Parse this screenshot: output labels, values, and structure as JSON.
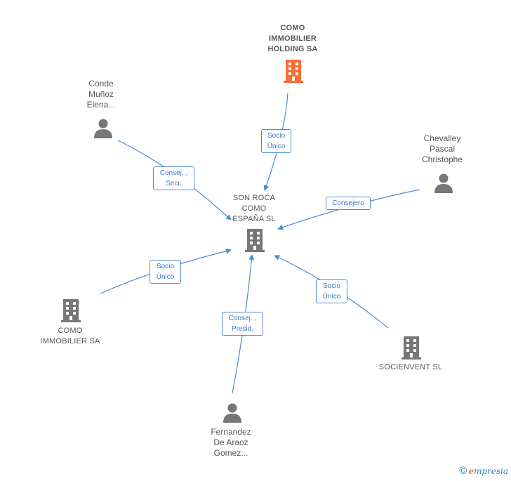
{
  "colors": {
    "edge": "#4a8ad8",
    "focus_company": "#ff6b35",
    "icon_gray": "#777777"
  },
  "nodes": {
    "center": {
      "label": "SON ROCA\nCOMO\nESPAÑA  SL",
      "icon": "building-icon"
    },
    "como_holding": {
      "label": "COMO\nIMMOBILIER\nHOLDING SA",
      "icon": "building-icon"
    },
    "conde": {
      "label": "Conde\nMuñoz\nElena...",
      "icon": "person-icon"
    },
    "chevalley": {
      "label": "Chevalley\nPascal\nChristophe",
      "icon": "person-icon"
    },
    "como_sa": {
      "label": "COMO\nIMMOBILIER SA",
      "icon": "building-icon"
    },
    "fernandez": {
      "label": "Fernandez\nDe Araoz\nGomez...",
      "icon": "person-icon"
    },
    "socienvent": {
      "label": "SOCIENVENT SL",
      "icon": "building-icon"
    }
  },
  "edges": {
    "holding": "Socio\nÚnico",
    "conde": "Consej. ,\nSecr.",
    "chevalley": "Consejero",
    "como_sa": "Socio\nÚnico",
    "fernandez": "Consej. ,\nPresid.",
    "socienvent": "Socio\nÚnico"
  },
  "brand": {
    "copyright": "©",
    "e": "e",
    "rest": "mpresia"
  }
}
